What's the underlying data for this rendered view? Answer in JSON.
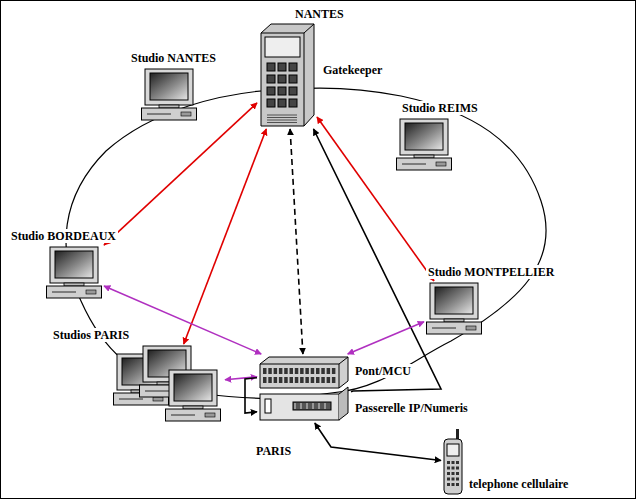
{
  "diagram": {
    "nodes": [
      {
        "text": [
          "Gatekeeper"
        ]
      },
      {
        "text": [
          "Studio NANTES"
        ]
      },
      {
        "text": [
          "Studio REIMS"
        ]
      },
      {
        "text": [
          "Studio BORDEAUX"
        ]
      },
      {
        "text": [
          "Studio MONTPELLIER"
        ]
      },
      {
        "text": [
          "Studios PARIS"
        ]
      },
      {
        "text": [
          "Pont/MCU"
        ]
      },
      {
        "text": [
          "Passerelle IP/Numeris"
        ]
      },
      {
        "text": [
          "telephone cellulaire"
        ]
      }
    ],
    "edges": [
      {
        "from": 0,
        "to": 3,
        "arrow": "both"
      },
      {
        "from": 0,
        "to": 5,
        "arrow": "both"
      },
      {
        "from": 0,
        "to": 4,
        "arrow": "both"
      },
      {
        "from": 0,
        "to": 6,
        "arrow": "both"
      },
      {
        "from": 7,
        "to": 0,
        "arrow": "to"
      },
      {
        "from": 3,
        "to": 6,
        "arrow": "both"
      },
      {
        "from": 4,
        "to": 6,
        "arrow": "both"
      },
      {
        "from": 5,
        "to": 6,
        "arrow": "both"
      },
      {
        "from": 6,
        "to": 7,
        "arrow": "to"
      },
      {
        "from": 8,
        "to": 7,
        "arrow": "both"
      }
    ],
    "labels": [
      "NANTES",
      "PARIS"
    ]
  }
}
